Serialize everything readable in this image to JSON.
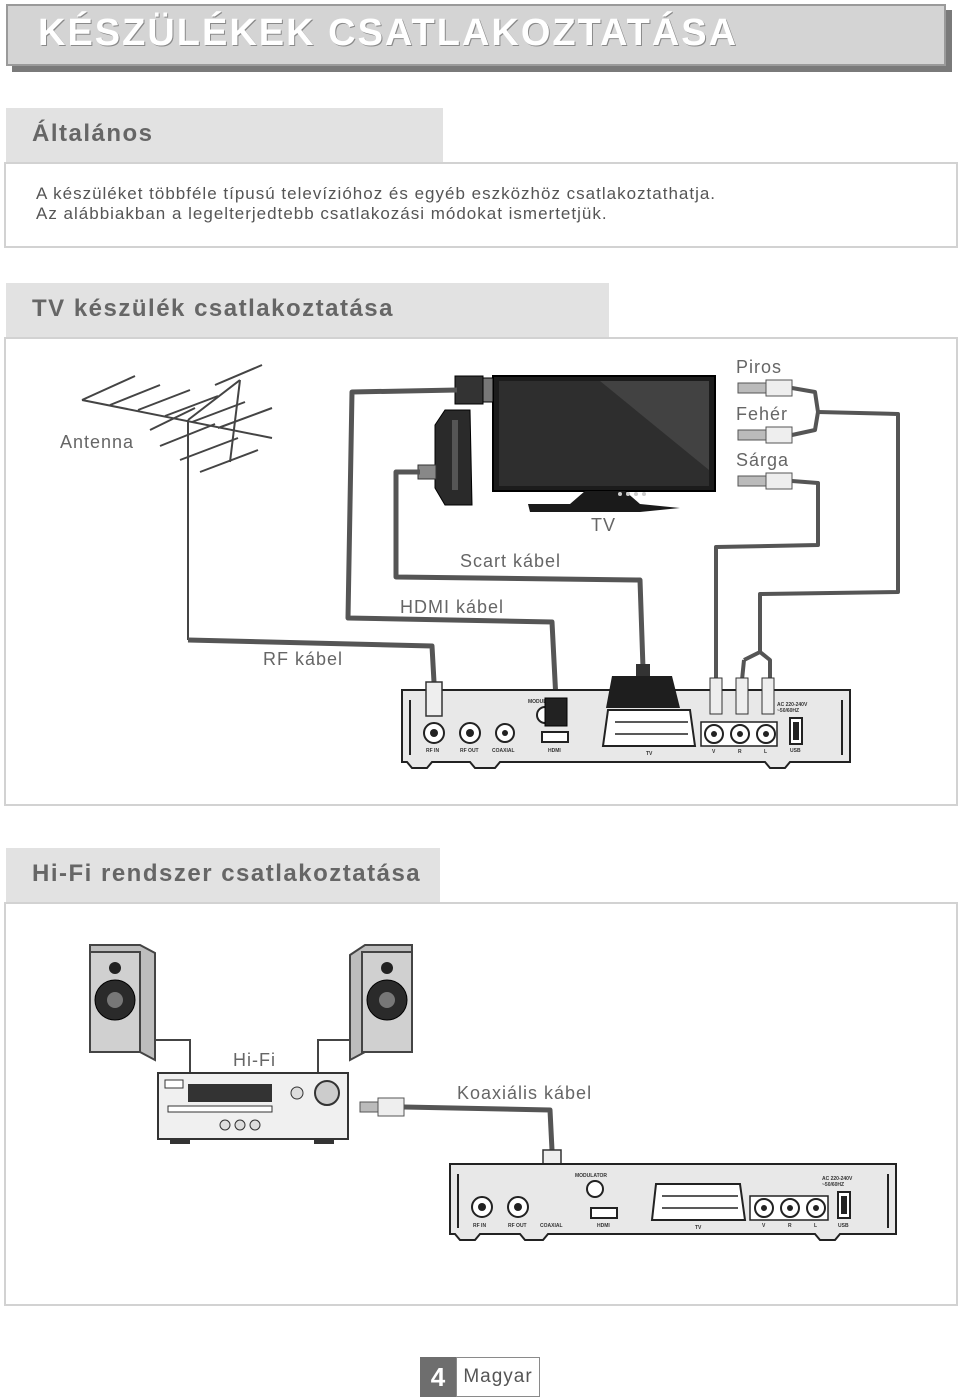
{
  "page_title": "KÉSZÜLÉKEK CSATLAKOZTATÁSA",
  "general": {
    "heading": "Általános",
    "line1": "A készüléket többféle típusú televízióhoz és egyéb eszközhöz csatlakoztathatja.",
    "line2": "Az alábbiakban a legelterjedtebb csatlakozási módokat ismertetjük."
  },
  "tv_section": {
    "heading": "TV készülék csatlakoztatása",
    "labels": {
      "antenna": "Antenna",
      "tv": "TV",
      "scart": "Scart kábel",
      "hdmi": "HDMI kábel",
      "rf": "RF kábel",
      "red": "Piros",
      "white": "Fehér",
      "yellow": "Sárga"
    }
  },
  "receiver_panel": {
    "rf_in": "RF IN",
    "rf_out": "RF OUT",
    "coaxial": "COAXIAL",
    "hdmi": "HDMI",
    "modulator": "MODULATOR",
    "tv": "TV",
    "v": "V",
    "r": "R",
    "l": "L",
    "usb": "USB",
    "power1": "AC 220-240V",
    "power2": "~50/60HZ"
  },
  "hifi_section": {
    "heading": "Hi-Fi rendszer csatlakoztatása",
    "labels": {
      "hifi": "Hi-Fi",
      "coax_cable": "Koaxiális kábel"
    }
  },
  "footer": {
    "page_number": "4",
    "language": "Magyar"
  }
}
